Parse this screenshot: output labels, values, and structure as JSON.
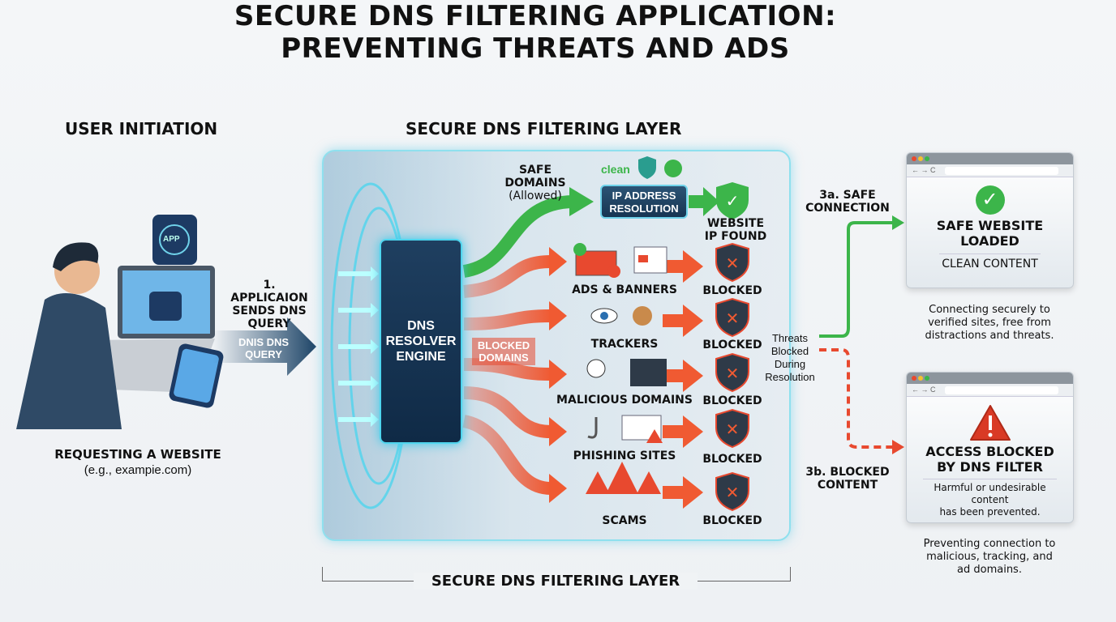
{
  "title": [
    "SECURE DNS FILTERING APPLICATION:",
    "PREVENTING THREATS AND ADS"
  ],
  "user": {
    "header": "USER INITIATION",
    "app_badge": "APP",
    "step1": [
      "1. APPLICAION",
      "SENDS DNS",
      "QUERY"
    ],
    "query_arrow": [
      "DNIS DNS",
      "QUERY"
    ],
    "caption": "REQUESTING A WEBSITE",
    "example": "(e.g., exampie.com)"
  },
  "layer": {
    "header": "SECURE DNS FILTERING LAYER",
    "footer": "SECURE DNS FILTERING LAYER",
    "engine": [
      "DNS",
      "RESOLVER",
      "ENGINE"
    ],
    "safe": {
      "label": [
        "SAFE DOMAINS",
        "(Allowed)"
      ],
      "clean": "clean",
      "ip_box": [
        "IP ADDRESS",
        "RESOLUTION"
      ],
      "result": [
        "WEBSITE",
        "IP FOUND"
      ]
    },
    "blocked_label": [
      "BLOCKED",
      "DOMAINS"
    ],
    "categories": [
      {
        "name": "ADS & BANNERS",
        "status": "BLOCKED"
      },
      {
        "name": "TRACKERS",
        "status": "BLOCKED"
      },
      {
        "name": "MALICIOUS DOMAINS",
        "status": "BLOCKED"
      },
      {
        "name": "PHISHING SITES",
        "status": "BLOCKED"
      },
      {
        "name": "SCAMS",
        "status": "BLOCKED"
      }
    ],
    "threats_note": [
      "Threats",
      "Blocked",
      "During",
      "Resolution"
    ]
  },
  "outcomes": {
    "safe": {
      "step": [
        "3a. SAFE",
        "CONNECTION"
      ],
      "title": [
        "SAFE WEBSITE",
        "LOADED"
      ],
      "sub": "CLEAN CONTENT",
      "caption": [
        "Connecting securely to",
        "verified sites, free from",
        "distractions and threats."
      ]
    },
    "blocked": {
      "step": [
        "3b. BLOCKED",
        "CONTENT"
      ],
      "title": [
        "ACCESS BLOCKED",
        "BY DNS FILTER"
      ],
      "sub": [
        "Harmful or undesirable content",
        "has been prevented."
      ],
      "caption": [
        "Preventing connection to",
        "malicious, tracking, and",
        "ad domains."
      ]
    }
  },
  "colors": {
    "safe": "#3cb54a",
    "blocked": "#e8492f",
    "accent": "#4fd5ee",
    "navy": "#173552"
  }
}
